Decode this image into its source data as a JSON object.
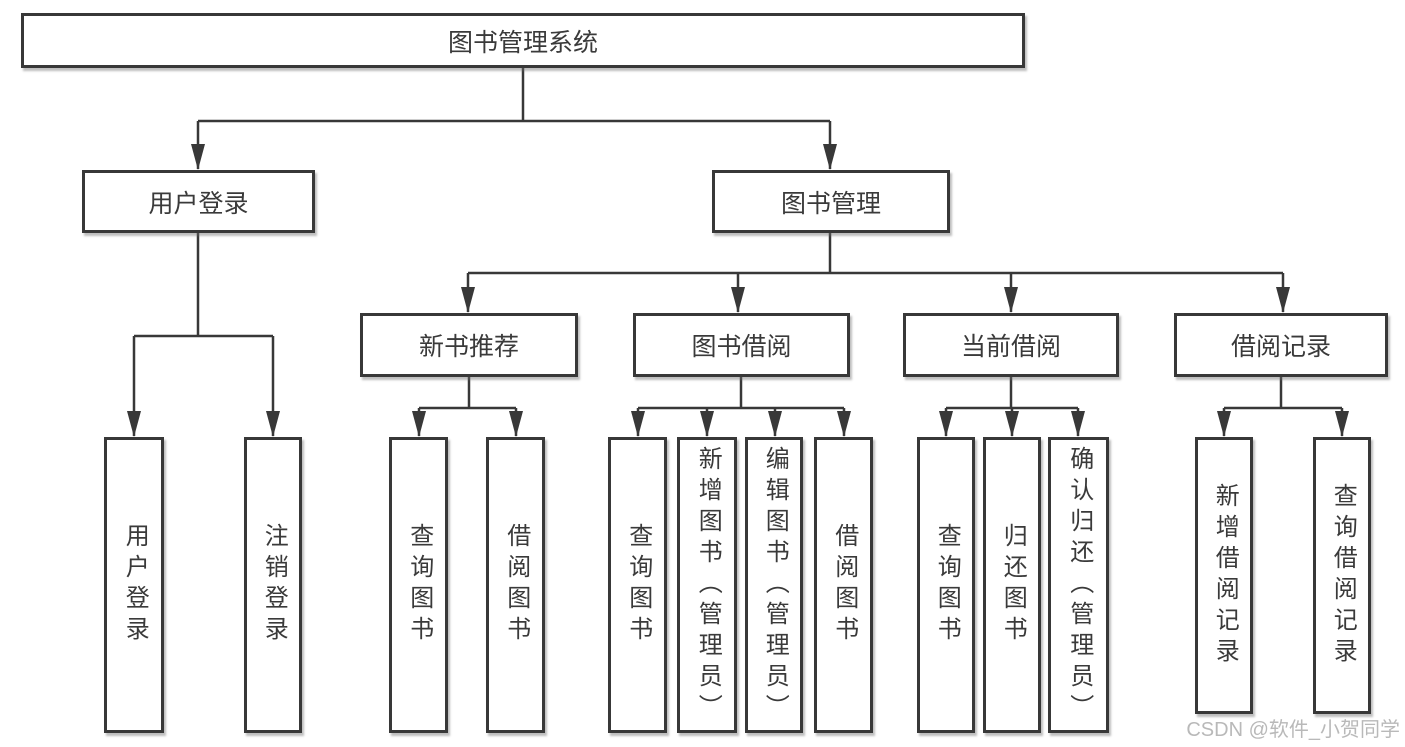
{
  "diagram": {
    "type": "hierarchy-tree",
    "tree": {
      "root": {
        "label": "图书管理系统",
        "children": [
          {
            "label": "用户登录",
            "children": [
              {
                "label": "用户登录"
              },
              {
                "label": "注销登录"
              }
            ]
          },
          {
            "label": "图书管理",
            "children": [
              {
                "label": "新书推荐",
                "children": [
                  {
                    "label": "查询图书"
                  },
                  {
                    "label": "借阅图书"
                  }
                ]
              },
              {
                "label": "图书借阅",
                "children": [
                  {
                    "label": "查询图书"
                  },
                  {
                    "label": "新增图书（管理员）"
                  },
                  {
                    "label": "编辑图书（管理员）"
                  },
                  {
                    "label": "借阅图书"
                  }
                ]
              },
              {
                "label": "当前借阅",
                "children": [
                  {
                    "label": "查询图书"
                  },
                  {
                    "label": "归还图书"
                  },
                  {
                    "label": "确认归还（管理员）"
                  }
                ]
              },
              {
                "label": "借阅记录",
                "children": [
                  {
                    "label": "新增借阅记录"
                  },
                  {
                    "label": "查询借阅记录"
                  }
                ]
              }
            ]
          }
        ]
      }
    },
    "colors": {
      "background": "#ffffff",
      "box_border": "#383838",
      "connector_line": "#383838",
      "text": "#3a3a3a",
      "watermark_text": "#b9b9b9"
    }
  },
  "watermark": {
    "text": "CSDN @软件_小贺同学"
  }
}
